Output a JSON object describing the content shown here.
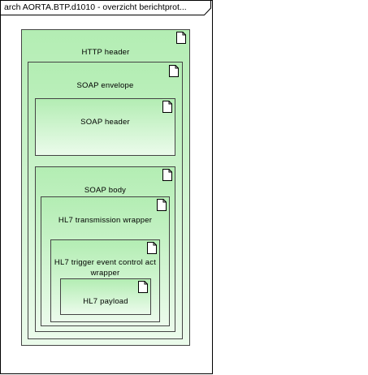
{
  "frame": {
    "title": "arch AORTA.BTP.d1010 - overzicht berichtprot..."
  },
  "icons": {
    "document": "document-icon"
  },
  "colors": {
    "node_fill_top": "#b3edb3",
    "node_fill_bottom": "#ebfbeb",
    "node_border": "#444444"
  },
  "nodes": {
    "http_header": {
      "label": "HTTP header"
    },
    "soap_envelope": {
      "label": "SOAP envelope"
    },
    "soap_header": {
      "label": "SOAP header"
    },
    "soap_body": {
      "label": "SOAP body"
    },
    "hl7_transmission_wrapper": {
      "label": "HL7 transmission wrapper"
    },
    "hl7_trigger_event": {
      "label_line1": "HL7 trigger event control act",
      "label_line2": "wrapper"
    },
    "hl7_payload": {
      "label": "HL7 payload"
    }
  }
}
